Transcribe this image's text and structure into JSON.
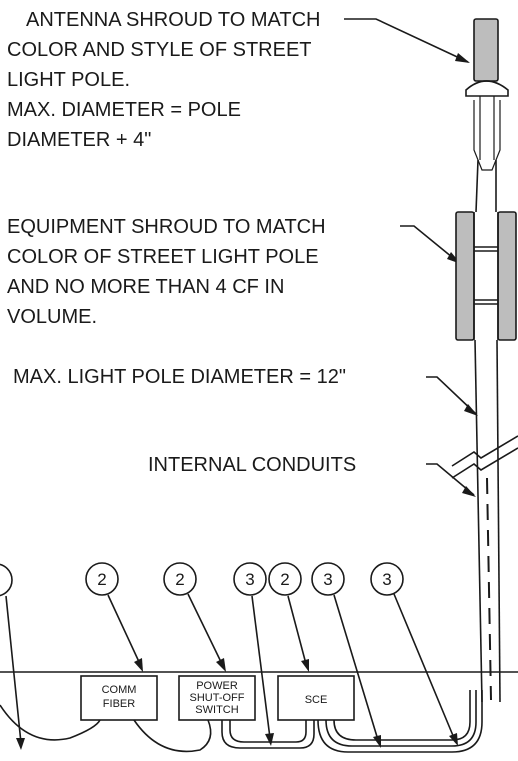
{
  "notes": {
    "antenna_shroud": [
      "ANTENNA SHROUD TO MATCH",
      "COLOR AND STYLE OF STREET",
      "LIGHT POLE.",
      "MAX. DIAMETER = POLE",
      "DIAMETER + 4\""
    ],
    "equipment_shroud": [
      "EQUIPMENT SHROUD TO MATCH",
      "COLOR OF STREET LIGHT POLE",
      "AND NO MORE THAN 4 CF IN",
      "VOLUME."
    ],
    "max_pole_diameter": "MAX. LIGHT POLE DIAMETER = 12\"",
    "internal_conduits": "INTERNAL CONDUITS"
  },
  "balloons": [
    "2",
    "2",
    "3",
    "2",
    "3",
    "3"
  ],
  "boxes": {
    "comm_fiber": [
      "COMM",
      "FIBER"
    ],
    "power_switch": [
      "POWER",
      "SHUT-OFF",
      "SWITCH"
    ],
    "sce": "SCE"
  },
  "colors": {
    "line": "#1a1a1a",
    "shroud_fill": "#bdbdbd"
  }
}
